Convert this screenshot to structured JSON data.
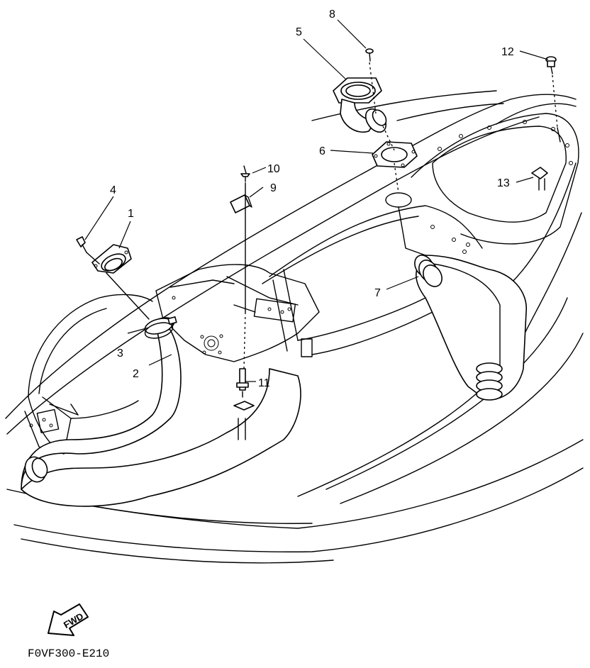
{
  "callouts": {
    "c1": "1",
    "c2": "2",
    "c3": "3",
    "c4": "4",
    "c5": "5",
    "c6": "6",
    "c7": "7",
    "c8": "8",
    "c9": "9",
    "c10": "10",
    "c11": "11",
    "c12": "12",
    "c13": "13"
  },
  "fwd_label": "FWD",
  "figure_code": "F0VF300-E210"
}
